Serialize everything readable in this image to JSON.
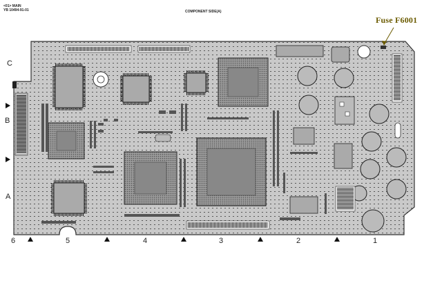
{
  "header": {
    "left_line1": "<01> MAIN",
    "left_line2": "YB 10494-91-01",
    "center": "COMPONENT SIDE(A)"
  },
  "callout": {
    "label": "Fuse F6001"
  },
  "grid": {
    "rows": [
      "C",
      "B",
      "A"
    ],
    "columns": [
      "6",
      "5",
      "4",
      "3",
      "2",
      "1"
    ]
  },
  "colors": {
    "board_fill": "#c9c9c9",
    "board_outline": "#333333",
    "callout_text": "#6b5b00"
  }
}
